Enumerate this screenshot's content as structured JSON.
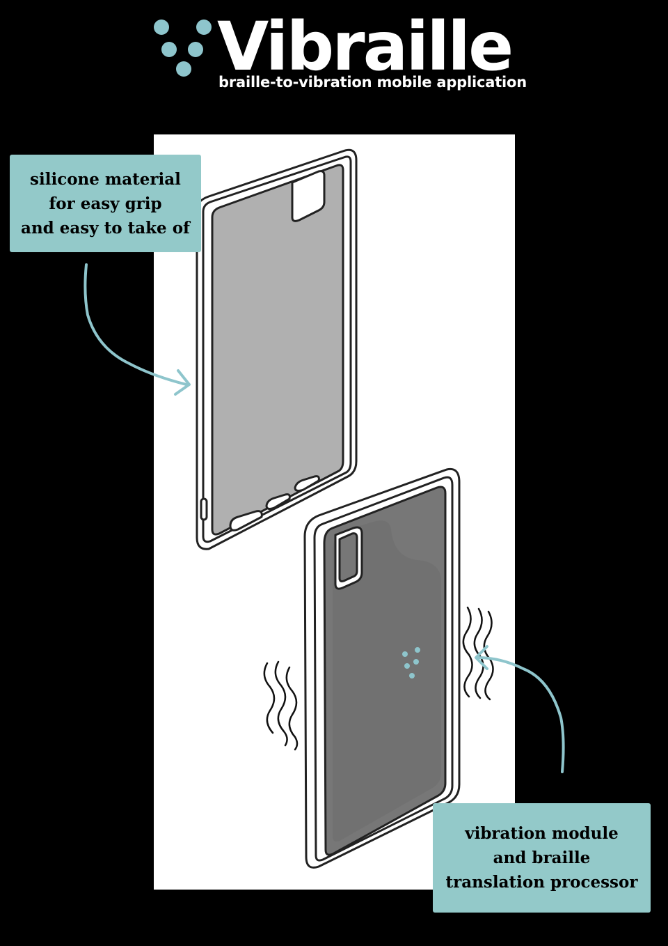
{
  "brand": {
    "name": "Vibraille",
    "tagline": "braille-to-vibration mobile application",
    "dot_color": "#8ec5cc"
  },
  "callouts": {
    "top": {
      "lines": [
        "silicone material",
        "for easy grip",
        "and easy to take of"
      ]
    },
    "bottom": {
      "lines": [
        "vibration module",
        "and braille",
        "translation processor"
      ]
    },
    "box_color": "#93c9c9",
    "arrow_color": "#8ec5cc"
  },
  "illustration": {
    "parts": [
      "silicone-case",
      "vibration-module-back-cover"
    ],
    "case_fill": "#b0b0b0",
    "module_fill": "#777777"
  }
}
